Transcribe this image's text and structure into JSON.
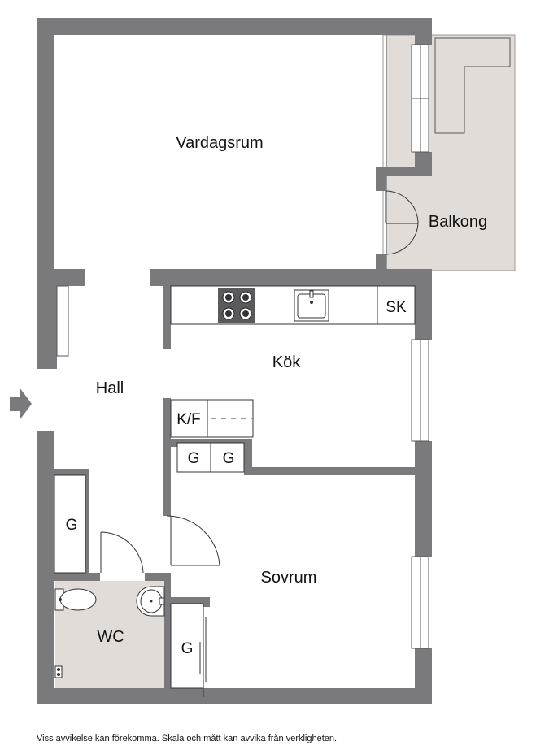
{
  "rooms": {
    "vardagsrum": "Vardagsrum",
    "balkong": "Balkong",
    "kok": "Kök",
    "hall": "Hall",
    "sovrum": "Sovrum",
    "wc": "WC"
  },
  "fixtures": {
    "sk": "SK",
    "kf": "K/F",
    "g_kitchen_left": "G",
    "g_kitchen_right": "G",
    "g_hall": "G",
    "g_bedroom": "G"
  },
  "disclaimer": "Viss avvikelse kan förekomma. Skala och mått kan avvika från verkligheten.",
  "colors": {
    "wall": "#7a7a7c",
    "wet_room_floor": "#e2dcd8",
    "balcony_floor": "#e2dcd8",
    "stove": "#5a5a5c"
  }
}
